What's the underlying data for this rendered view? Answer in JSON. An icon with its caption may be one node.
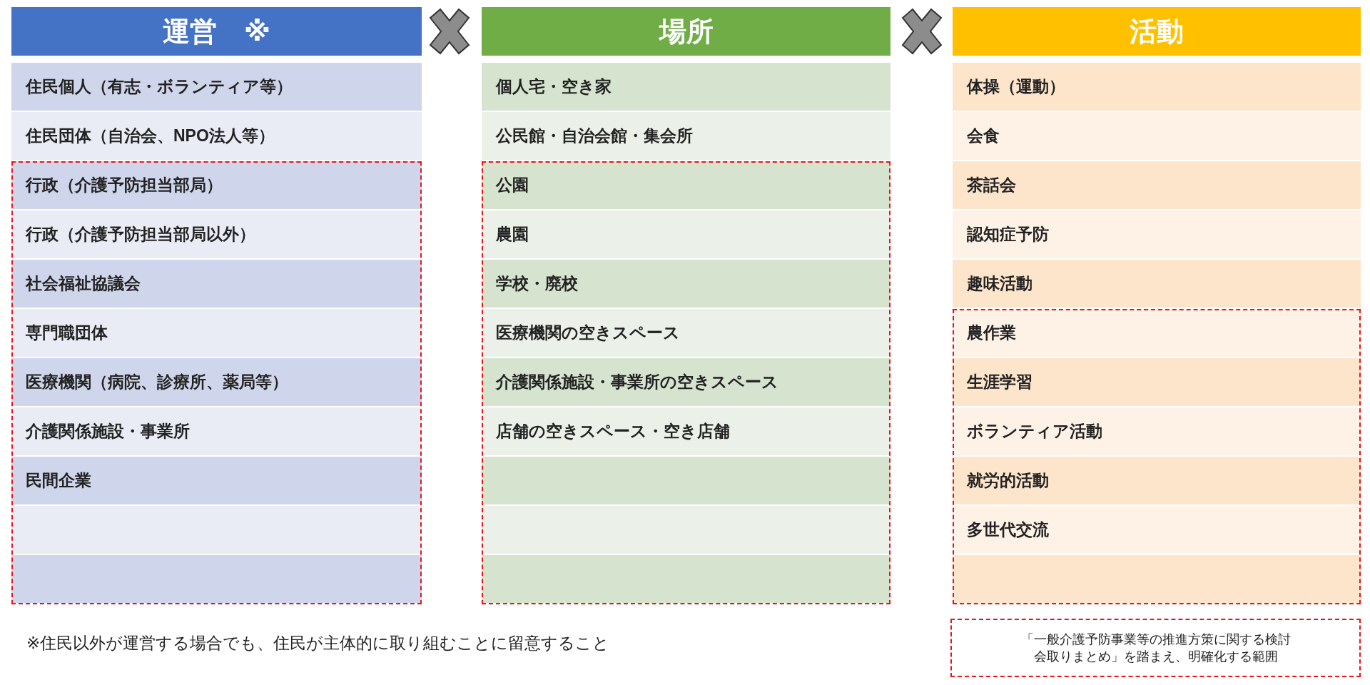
{
  "diagram": {
    "nodes": [
      {
        "text": [
          "運営　※"
        ]
      },
      {
        "text": [
          "住民個人（有志・ボランティア等）"
        ]
      },
      {
        "text": [
          "住民団体（自治会、NPO法人等）"
        ]
      },
      {
        "text": [],
        "shape": "box"
      },
      {
        "text": [
          "行政（介護予防担当部局）"
        ],
        "in": 3
      },
      {
        "text": [
          "行政（介護予防担当部局以外）"
        ],
        "in": 3
      },
      {
        "text": [
          "社会福祉協議会"
        ],
        "in": 3
      },
      {
        "text": [
          "専門職団体"
        ],
        "in": 3
      },
      {
        "text": [
          "医療機関（病院、診療所、薬局等）"
        ],
        "in": 3
      },
      {
        "text": [
          "介護関係施設・事業所"
        ],
        "in": 3
      },
      {
        "text": [
          "民間企業"
        ],
        "in": 3
      },
      {
        "text": [],
        "shape": "box",
        "in": 3
      },
      {
        "text": [],
        "shape": "box",
        "in": 3
      },
      {
        "text": [
          "場所"
        ]
      },
      {
        "text": [
          "個人宅・空き家"
        ]
      },
      {
        "text": [
          "公民館・自治会館・集会所"
        ]
      },
      {
        "text": [],
        "shape": "box"
      },
      {
        "text": [
          "公園"
        ],
        "in": 16
      },
      {
        "text": [
          "農園"
        ],
        "in": 16
      },
      {
        "text": [
          "学校・廃校"
        ],
        "in": 16
      },
      {
        "text": [
          "医療機関の空きスペース"
        ],
        "in": 16
      },
      {
        "text": [
          "介護関係施設・事業所の空きスペース"
        ],
        "in": 16
      },
      {
        "text": [
          "店舗の空きスペース・空き店舗"
        ],
        "in": 16
      },
      {
        "text": [],
        "shape": "box",
        "in": 16
      },
      {
        "text": [],
        "shape": "box",
        "in": 16
      },
      {
        "text": [],
        "shape": "box",
        "in": 16
      },
      {
        "text": [
          "活動"
        ]
      },
      {
        "text": [
          "体操（運動）"
        ]
      },
      {
        "text": [
          "会食"
        ]
      },
      {
        "text": [
          "茶話会"
        ]
      },
      {
        "text": [
          "認知症予防"
        ]
      },
      {
        "text": [
          "趣味活動"
        ]
      },
      {
        "text": [],
        "shape": "box"
      },
      {
        "text": [
          "農作業"
        ],
        "in": 32
      },
      {
        "text": [
          "生涯学習"
        ],
        "in": 32
      },
      {
        "text": [
          "ボランティア活動"
        ],
        "in": 32
      },
      {
        "text": [
          "就労的活動"
        ],
        "in": 32
      },
      {
        "text": [
          "多世代交流"
        ],
        "in": 32
      },
      {
        "text": [],
        "shape": "box",
        "in": 32
      }
    ],
    "labels": [
      "※住民以外が運営する場合でも、住民が主体的に取り組むことに留意すること"
    ],
    "legend": [
      {
        "text": "「一般介護予防事業等の推進方策に関する検討会取りまとめ」を踏まえ、明確化する範囲"
      }
    ]
  }
}
